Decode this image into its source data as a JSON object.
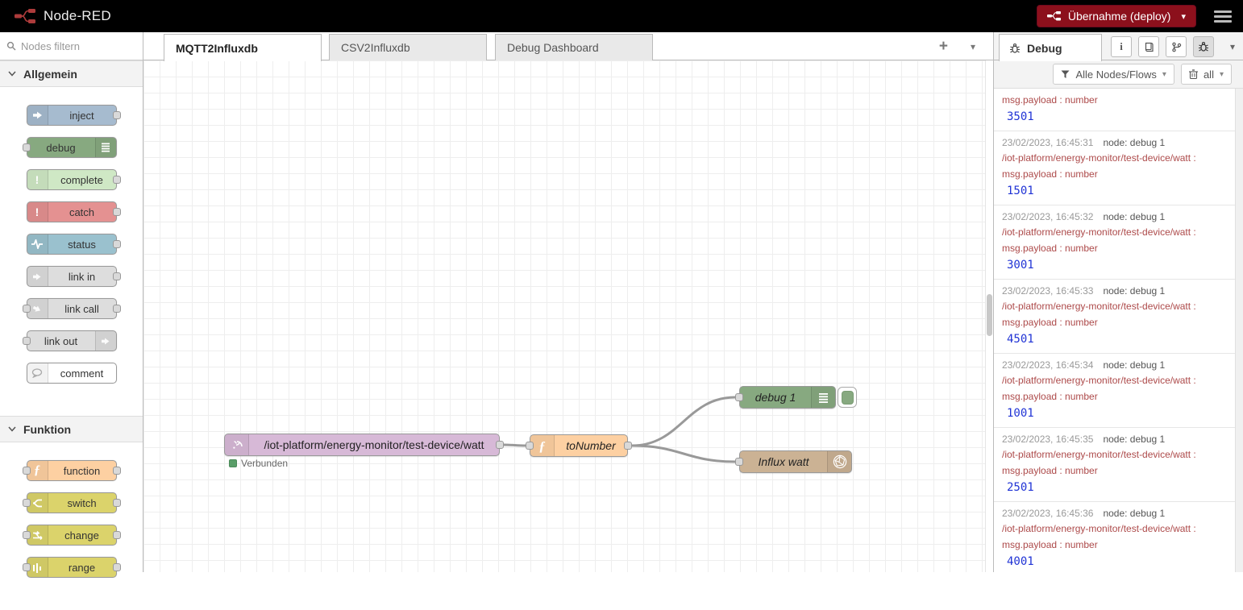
{
  "header": {
    "title": "Node-RED",
    "deploy_label": "Übernahme (deploy)"
  },
  "palette": {
    "search_placeholder": "Nodes filtern",
    "categories": [
      {
        "label": "Allgemein",
        "nodes": [
          {
            "label": "inject",
            "color": "#a6bbcf"
          },
          {
            "label": "debug",
            "color": "#87a980"
          },
          {
            "label": "complete",
            "color": "#cfe8c5"
          },
          {
            "label": "catch",
            "color": "#e49191"
          },
          {
            "label": "status",
            "color": "#9ac1ce"
          },
          {
            "label": "link in",
            "color": "#dddddd"
          },
          {
            "label": "link call",
            "color": "#dddddd"
          },
          {
            "label": "link out",
            "color": "#dddddd"
          },
          {
            "label": "comment",
            "color": "#ffffff"
          }
        ]
      },
      {
        "label": "Funktion",
        "nodes": [
          {
            "label": "function",
            "color": "#fdd0a2"
          },
          {
            "label": "switch",
            "color": "#dbd36b"
          },
          {
            "label": "change",
            "color": "#dbd36b"
          },
          {
            "label": "range",
            "color": "#dbd36b"
          }
        ]
      }
    ]
  },
  "workspace": {
    "tabs": [
      {
        "label": "MQTT2Influxdb",
        "active": true
      },
      {
        "label": "CSV2Influxdb",
        "active": false
      },
      {
        "label": "Debug Dashboard",
        "active": false
      }
    ],
    "nodes": [
      {
        "id": "mqtt-in",
        "label": "/iot-platform/energy-monitor/test-device/watt",
        "status": "Verbunden",
        "color": "#d7b9d7"
      },
      {
        "id": "function",
        "label": "toNumber",
        "color": "#fdd0a2"
      },
      {
        "id": "debug",
        "label": "debug 1",
        "color": "#87a980"
      },
      {
        "id": "influxdb",
        "label": "Influx watt",
        "color": "#cbb294"
      }
    ]
  },
  "debug": {
    "tab_label": "Debug",
    "filter_label": "Alle Nodes/Flows",
    "clear_label": "all",
    "messages": [
      {
        "prop": "msg.payload : number",
        "value": "3501"
      },
      {
        "ts": "23/02/2023, 16:45:31",
        "node": "node: debug 1",
        "topic": "/iot-platform/energy-monitor/test-device/watt :",
        "prop": "msg.payload : number",
        "value": "1501"
      },
      {
        "ts": "23/02/2023, 16:45:32",
        "node": "node: debug 1",
        "topic": "/iot-platform/energy-monitor/test-device/watt :",
        "prop": "msg.payload : number",
        "value": "3001"
      },
      {
        "ts": "23/02/2023, 16:45:33",
        "node": "node: debug 1",
        "topic": "/iot-platform/energy-monitor/test-device/watt :",
        "prop": "msg.payload : number",
        "value": "4501"
      },
      {
        "ts": "23/02/2023, 16:45:34",
        "node": "node: debug 1",
        "topic": "/iot-platform/energy-monitor/test-device/watt :",
        "prop": "msg.payload : number",
        "value": "1001"
      },
      {
        "ts": "23/02/2023, 16:45:35",
        "node": "node: debug 1",
        "topic": "/iot-platform/energy-monitor/test-device/watt :",
        "prop": "msg.payload : number",
        "value": "2501"
      },
      {
        "ts": "23/02/2023, 16:45:36",
        "node": "node: debug 1",
        "topic": "/iot-platform/energy-monitor/test-device/watt :",
        "prop": "msg.payload : number",
        "value": "4001"
      }
    ]
  },
  "colors": {
    "deploy_red": "#8C101C",
    "logo_red": "#AD3B3B",
    "wire_gray": "#999999",
    "status_green": "#5a9e69",
    "debug_topic_red": "#ad4a4a",
    "debug_value_blue": "#2033d5"
  }
}
